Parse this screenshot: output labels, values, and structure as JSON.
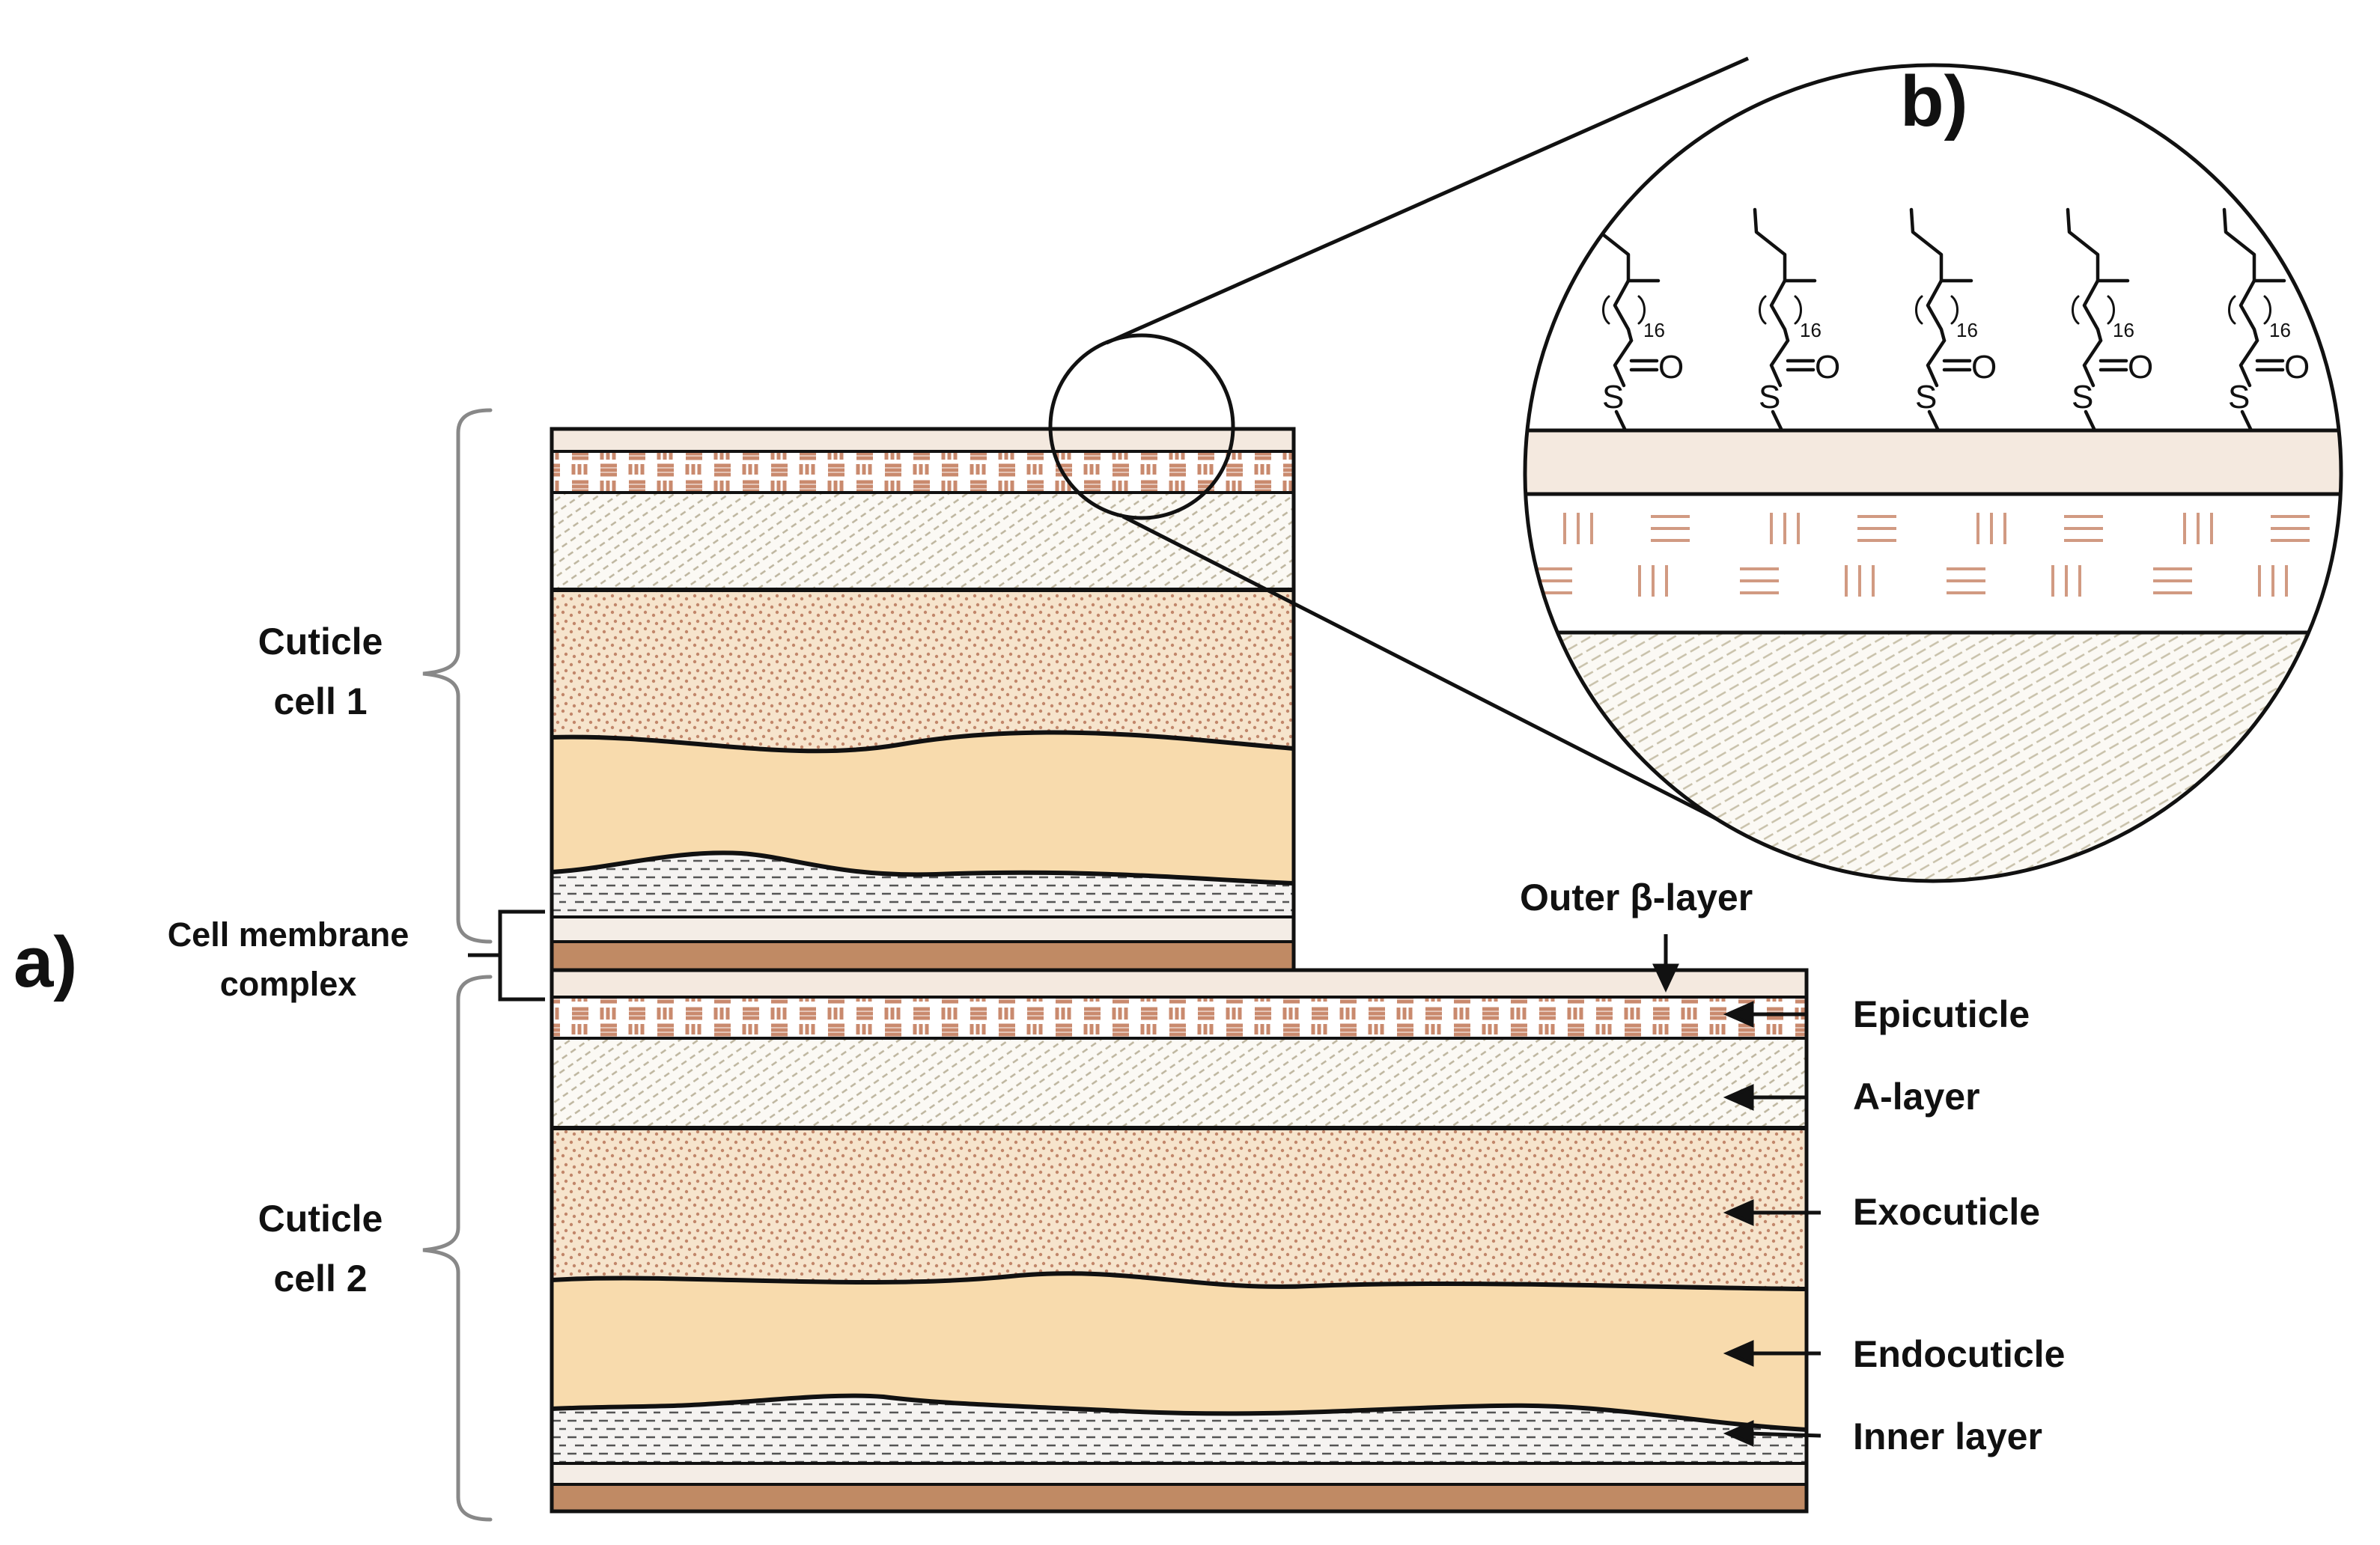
{
  "panels": {
    "a": "a)",
    "b": "b)"
  },
  "brackets": {
    "cell1": [
      "Cuticle",
      "cell 1"
    ],
    "cmc": [
      "Cell membrane",
      "complex"
    ],
    "cell2": [
      "Cuticle",
      "cell 2"
    ]
  },
  "layers": {
    "outer_beta": "Outer β-layer",
    "epicuticle": "Epicuticle",
    "a_layer": "A-layer",
    "exocuticle": "Exocuticle",
    "endocuticle": "Endocuticle",
    "inner_layer": "Inner layer"
  },
  "chemistry": {
    "sulfur": "S",
    "oxygen": "O",
    "repeat": "16"
  },
  "colors": {
    "beta_layer": "#f4e9df",
    "epicuticle_mark": "#c98a6e",
    "a_layer_mark": "#b9b29b",
    "exocuticle_bg": "#f6e4cc",
    "exocuticle_dot": "#c1866a",
    "endocuticle": "#f8dbad",
    "inner_dash": "#555555",
    "membrane": "#c08a64",
    "outline": "#111111"
  }
}
